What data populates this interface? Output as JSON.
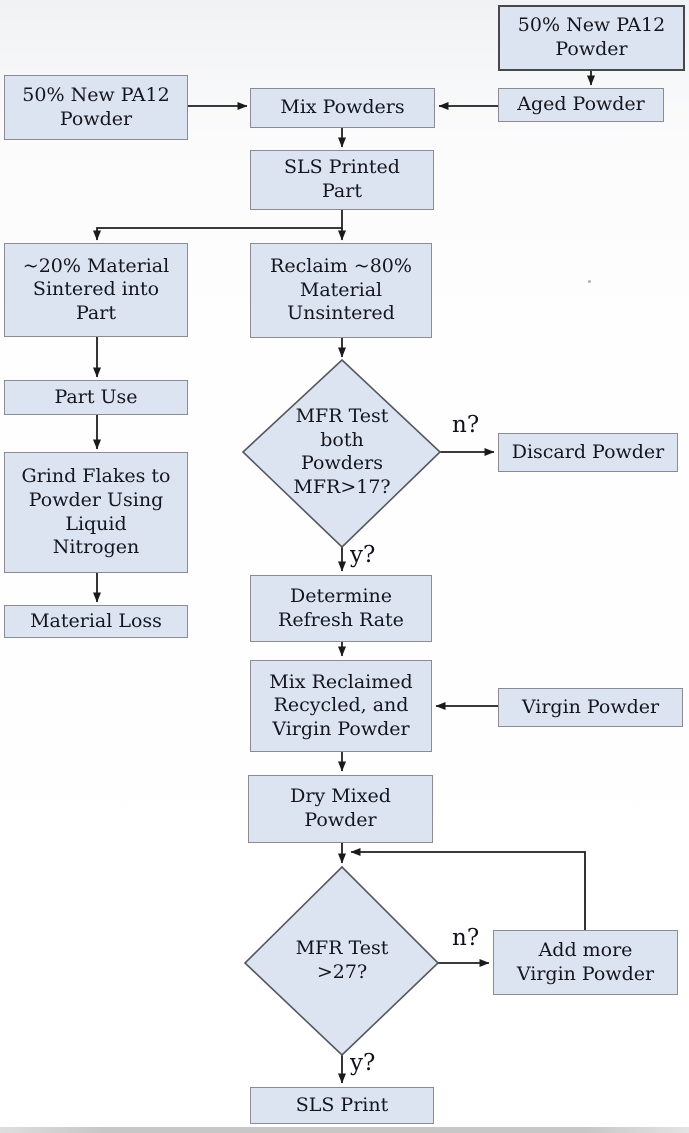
{
  "colors": {
    "box_fill": "#dce4f2",
    "box_border": "#8b8b93",
    "emphasis_box_border": "#46484c",
    "diamond_border": "#55575f",
    "arrow": "#1f1f1f",
    "text": "#15151d"
  },
  "nodes": {
    "pa12_right": {
      "label": [
        "50% New PA12",
        "Powder"
      ]
    },
    "aged_powder": {
      "label": [
        "Aged Powder"
      ]
    },
    "pa12_left": {
      "label": [
        "50% New PA12",
        "Powder"
      ]
    },
    "mix_powders": {
      "label": [
        "Mix Powders"
      ]
    },
    "sls_printed_part": {
      "label": [
        "SLS Printed",
        "Part"
      ]
    },
    "sintered_into_part": {
      "label": [
        "~20% Material",
        "Sintered into",
        "Part"
      ]
    },
    "reclaim_unsintered": {
      "label": [
        "Reclaim ~80%",
        "Material",
        "Unsintered"
      ]
    },
    "part_use": {
      "label": [
        "Part Use"
      ]
    },
    "grind_flakes": {
      "label": [
        "Grind Flakes to",
        "Powder Using",
        "Liquid",
        "Nitrogen"
      ]
    },
    "material_loss": {
      "label": [
        "Material Loss"
      ]
    },
    "mfr_test_both": {
      "label": [
        "MFR Test",
        "both",
        "Powders",
        "MFR>17?"
      ]
    },
    "discard_powder": {
      "label": [
        "Discard Powder"
      ]
    },
    "determine_refresh": {
      "label": [
        "Determine",
        "Refresh Rate"
      ]
    },
    "mix_reclaimed": {
      "label": [
        "Mix Reclaimed",
        "Recycled, and",
        "Virgin Powder"
      ]
    },
    "virgin_powder": {
      "label": [
        "Virgin Powder"
      ]
    },
    "dry_mixed": {
      "label": [
        "Dry Mixed",
        "Powder"
      ]
    },
    "mfr_test_27": {
      "label": [
        "MFR Test",
        ">27?"
      ]
    },
    "add_virgin": {
      "label": [
        "Add more",
        "Virgin Powder"
      ]
    },
    "sls_print": {
      "label": [
        "SLS Print"
      ]
    }
  },
  "decision_labels": {
    "yes": "y?",
    "no": "n?"
  }
}
